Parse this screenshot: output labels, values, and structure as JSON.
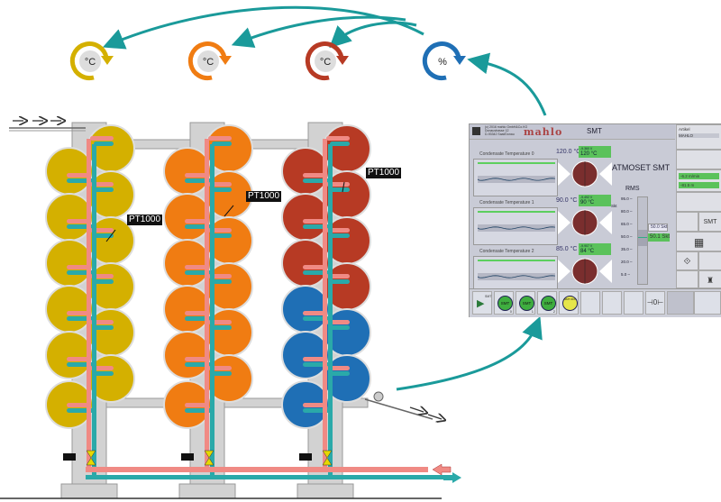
{
  "colors": {
    "drum_zone1": "#d4b000",
    "drum_zone2": "#f07c12",
    "drum_zone3": "#b73a24",
    "drum_cooling": "#1f6fb5",
    "hot_pipe": "#f08a84",
    "cold_pipe": "#2aa9a9",
    "arrow": "#1a9a9a",
    "frame": "#d2d2d2"
  },
  "icons": [
    {
      "name": "temperature-control-zone1-icon",
      "symbol": "°C",
      "color": "#d4b000"
    },
    {
      "name": "temperature-control-zone2-icon",
      "symbol": "°C",
      "color": "#f07c12"
    },
    {
      "name": "temperature-control-zone3-icon",
      "symbol": "°C",
      "color": "#b73a24"
    },
    {
      "name": "humidity-control-icon",
      "symbol": "%",
      "color": "#1f6fb5"
    }
  ],
  "sensor_labels": [
    "PT1000",
    "PT1000",
    "PT1000"
  ],
  "screen": {
    "header_small": [
      "(c) 2016 mahlo GmbH&Co.KG",
      "Donaustrasse 12",
      "D-93342 Saal/Donau"
    ],
    "logo": "mahlo",
    "title": "SMT",
    "product_name": "ATMOSET SMT",
    "channels": [
      {
        "label": "Condensate Temperature 0",
        "setpoint": "120.0 °C",
        "voltage": "-9.360 V",
        "actual": "120 °C"
      },
      {
        "label": "Condensate Temperature 1",
        "setpoint": "90.0 °C",
        "voltage": "-9.492 V",
        "actual": "90 °C"
      },
      {
        "label": "Condensate Temperature 2",
        "setpoint": "85.0 °C",
        "voltage": "-9.907 V",
        "actual": "84 °C"
      }
    ],
    "rms": {
      "title": "RMS",
      "unit": "Skt",
      "ticks": [
        "95.0",
        "80.0",
        "65.0",
        "50.0",
        "35.0",
        "20.0",
        "5.0"
      ],
      "setpoint": "50.0 Skt",
      "actual": "50.1 Skt"
    },
    "right_panel": {
      "artikel_label": "Artikel",
      "artikel_value": "MAHLO",
      "speed": "-6.2 m/min",
      "length": "-81.5 m",
      "smt_button": "SMT"
    },
    "bottom_buttons": [
      "SMT",
      "SMT",
      "SMT",
      "SMT",
      "SMT OFF"
    ],
    "bottom_subscripts": [
      "0",
      "1",
      "2"
    ]
  }
}
